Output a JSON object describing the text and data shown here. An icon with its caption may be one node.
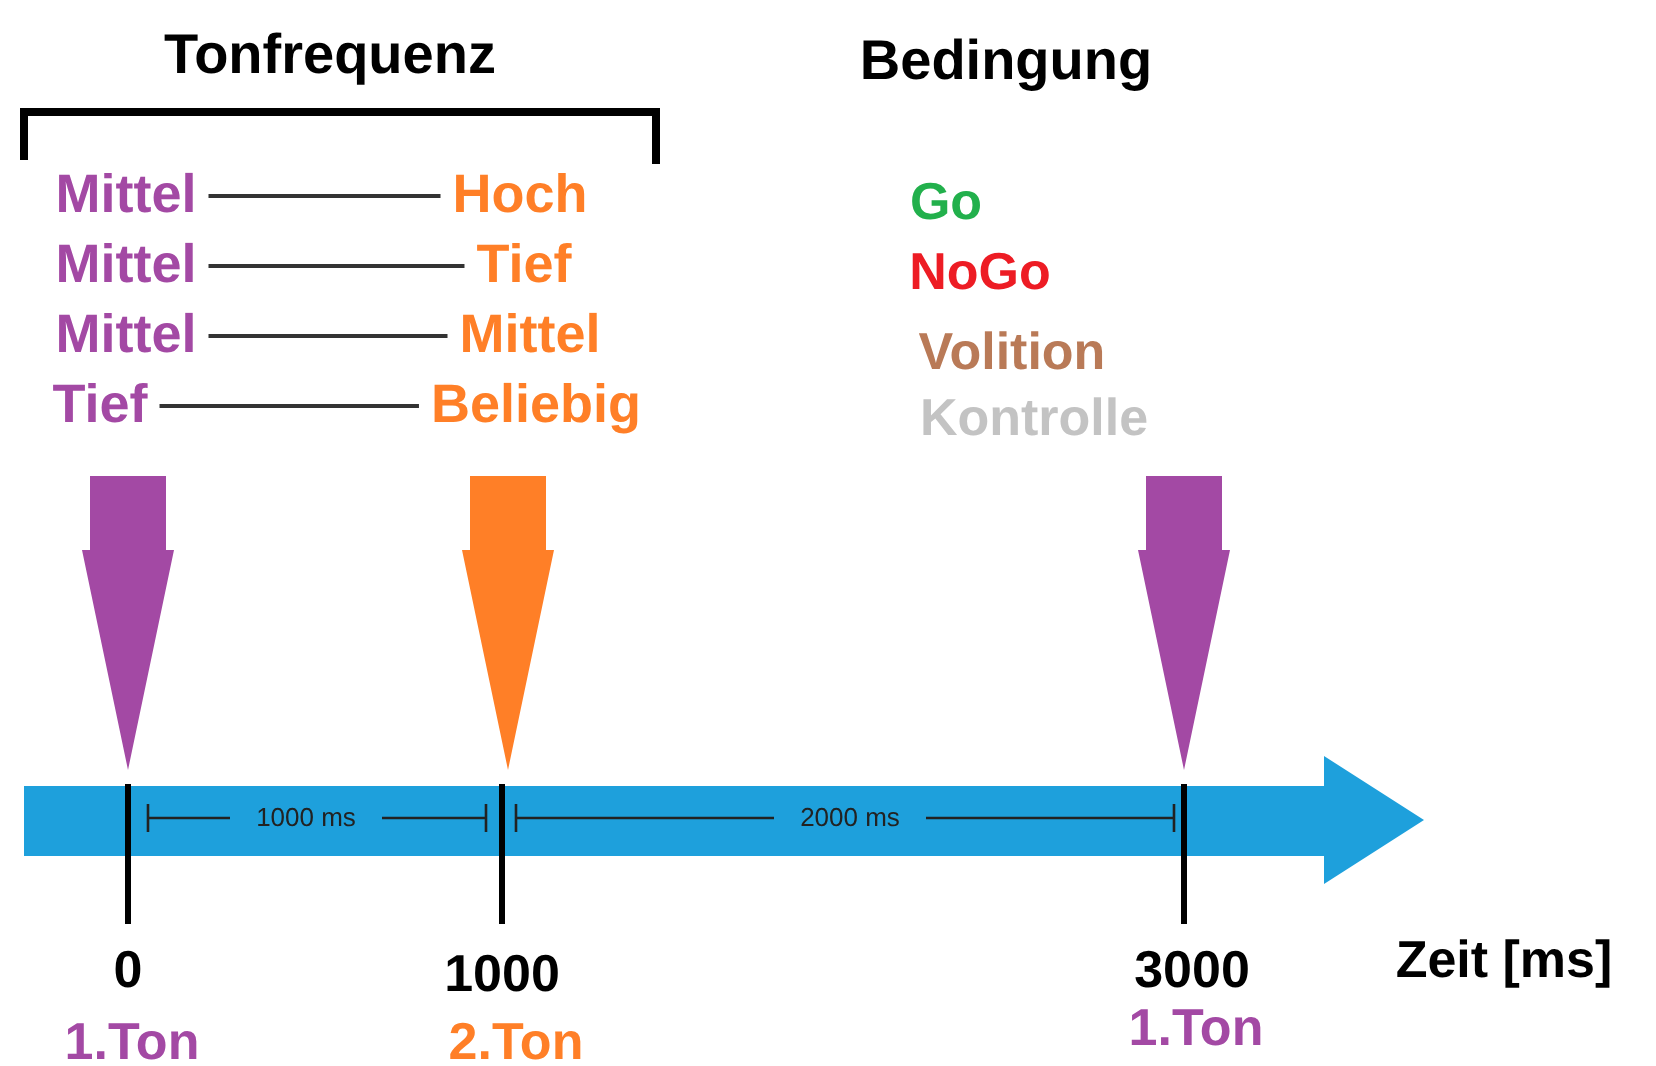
{
  "diagram": {
    "nodes": [
      {
        "text": [
          "Mittel"
        ]
      },
      {
        "text": [
          "Hoch"
        ]
      },
      {
        "text": [
          "Mittel"
        ]
      },
      {
        "text": [
          "Tief"
        ]
      },
      {
        "text": [
          "Mittel"
        ]
      },
      {
        "text": [
          "Mittel"
        ]
      },
      {
        "text": [
          "Tief"
        ]
      },
      {
        "text": [
          "Beliebig"
        ]
      }
    ],
    "edges": [
      {
        "from": 0,
        "to": 1,
        "arrow": "none"
      },
      {
        "from": 2,
        "to": 3,
        "arrow": "none"
      },
      {
        "from": 4,
        "to": 5,
        "arrow": "none"
      },
      {
        "from": 6,
        "to": 7,
        "arrow": "none"
      }
    ],
    "labels": [
      "Tonfrequenz",
      "Bedingung",
      "Go",
      "NoGo",
      "Volition",
      "Kontrolle",
      "1000 ms",
      "2000 ms",
      "0",
      "1000",
      "3000",
      "Zeit [ms]",
      "1.Ton",
      "2.Ton",
      "1.Ton"
    ]
  }
}
